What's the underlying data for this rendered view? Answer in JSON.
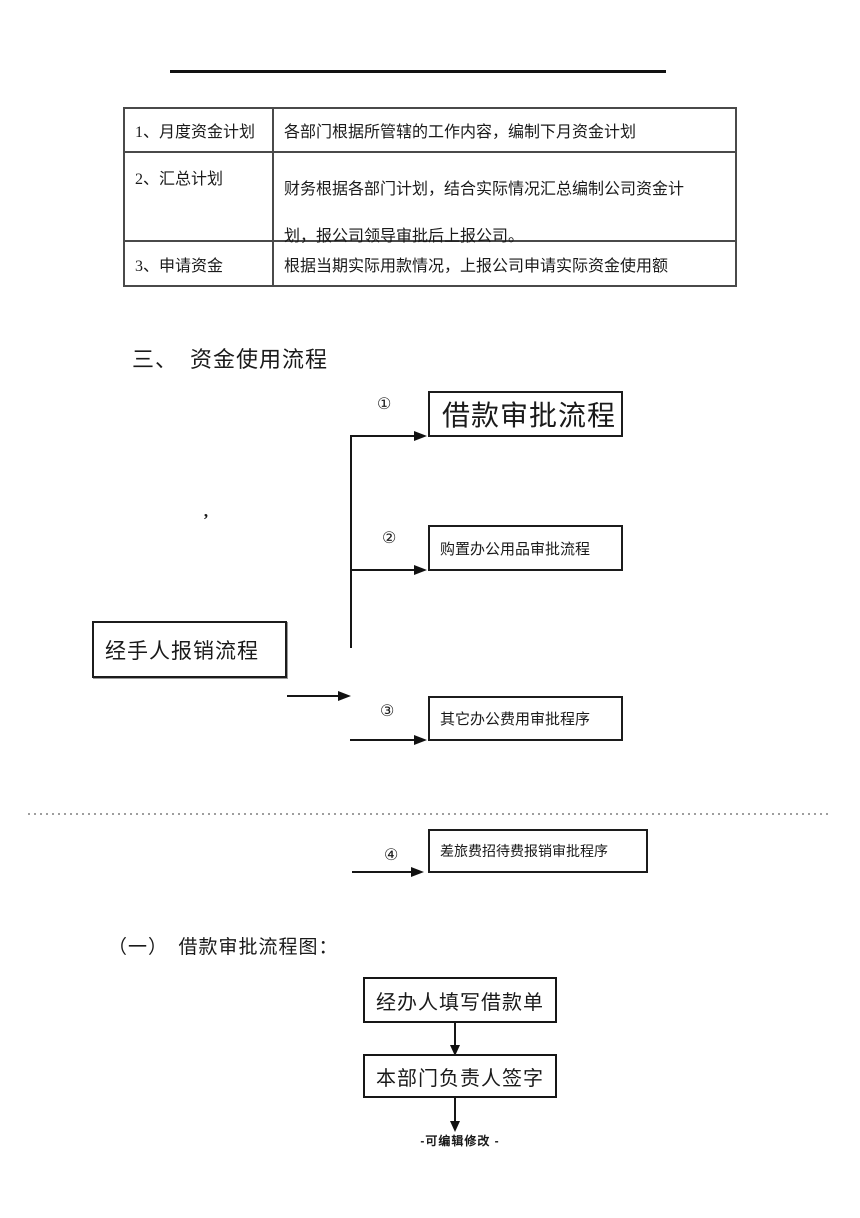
{
  "table": {
    "rows": [
      {
        "label": "1、月度资金计划",
        "lines": [
          "各部门根据所管辖的工作内容，编制下月资金计划"
        ]
      },
      {
        "label": "2、汇总计划",
        "lines": [
          "财务根据各部门计划，结合实际情况汇总编制公司资金计",
          "划，报公司领导审批后上报公司。"
        ]
      },
      {
        "label": "3、申请资金",
        "lines": [
          "根据当期实际用款情况，上报公司申请实际资金使用额"
        ]
      }
    ]
  },
  "headings": {
    "section": "三、　资金使用流程",
    "subsection": "（一）　借款审批流程图："
  },
  "stray_mark": "’",
  "usage_flow": {
    "source_box_label": "经手人报销流程",
    "branches": [
      {
        "number": "①",
        "label": "借款审批流程"
      },
      {
        "number": "②",
        "label": "购置办公用品审批流程"
      },
      {
        "number": "③",
        "label": "其它办公费用审批程序"
      },
      {
        "number": "④",
        "label": "差旅费招待费报销审批程序"
      }
    ]
  },
  "loan_flow": {
    "steps": [
      {
        "label": "经办人填写借款单"
      },
      {
        "label": "本部门负责人签字"
      }
    ]
  },
  "footer": {
    "text": "-可编辑修改 -"
  },
  "colors": {
    "ink": "#1a1a1a",
    "table_border": "#4a4a4a",
    "dotted_divider": "#9e9e9e"
  }
}
